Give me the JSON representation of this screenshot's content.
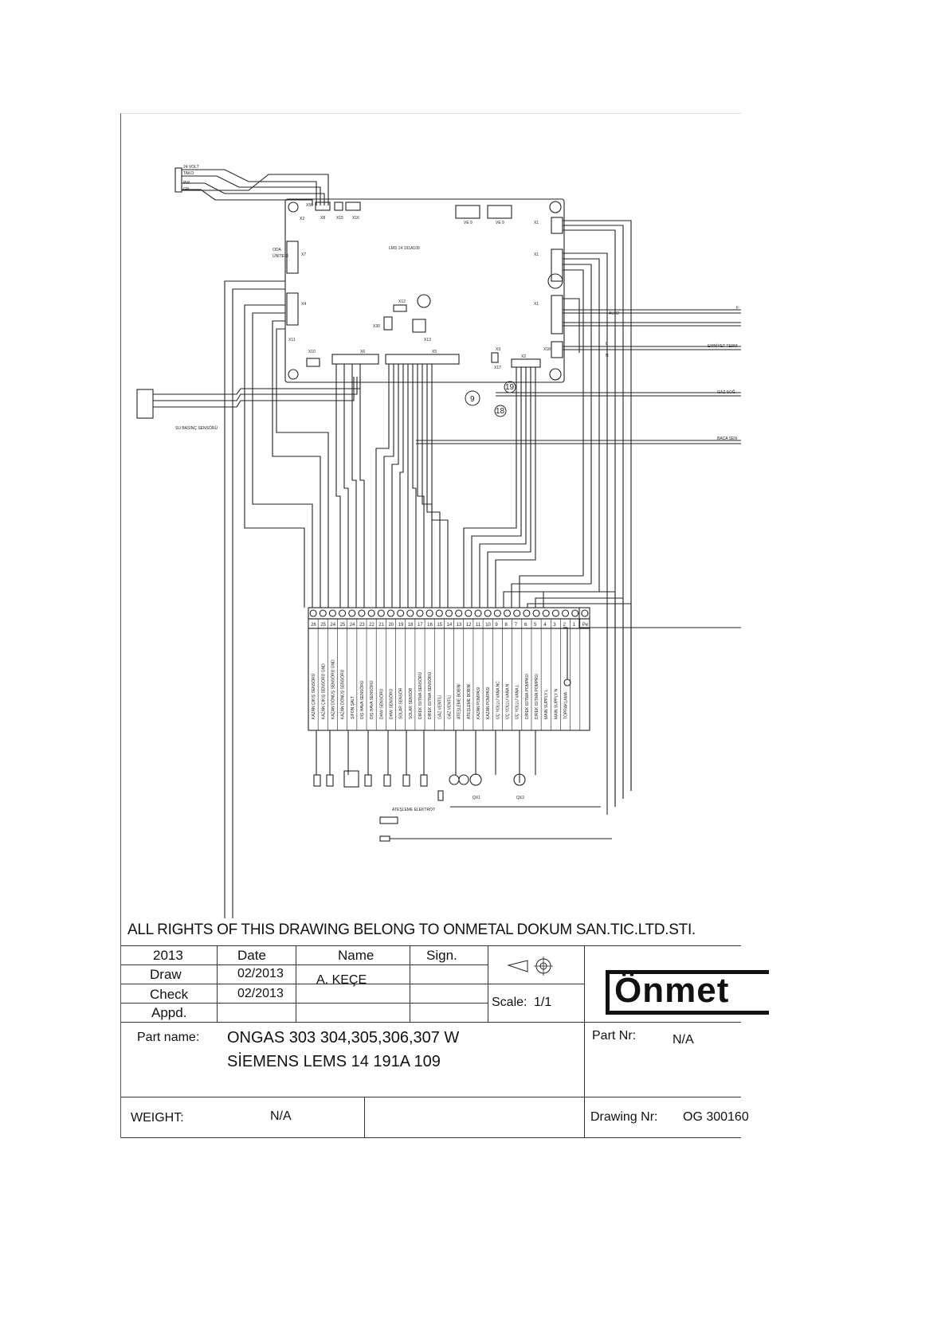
{
  "diagram": {
    "top_wires": [
      "24 VOLT",
      "TAKO",
      "PW",
      "GN"
    ],
    "board_name": "LMS 14 191A109",
    "connectors": {
      "x50": "X50",
      "x8": "X8",
      "x15": "X15",
      "x16": "X16",
      "x2": "X2",
      "x7": "X7",
      "x4": "X4",
      "x11": "X11",
      "x10": "X10",
      "x6": "X6",
      "x5": "X5",
      "x3": "X3",
      "x17": "X17",
      "x12": "X12",
      "x30": "X30",
      "x13": "X13",
      "x1a": "X1",
      "x1b": "X1",
      "x1c": "X1",
      "x18": "X18",
      "x2b": "X2",
      "v1": "VE 9",
      "v2": "VE 9"
    },
    "room_unit": "ODA",
    "room_unit2": "ÜNİTESİ",
    "aux": "AUX2",
    "pressure_sensor": "SU BASINÇ SENSÖRÜ",
    "callouts": [
      "9",
      "19",
      "18"
    ],
    "right_labels": [
      "F",
      "EMNİYET TERM",
      "GAZ SOĞ",
      "BACA SEN"
    ],
    "terminal_numbers": [
      "26",
      "25",
      "24",
      "25",
      "24",
      "23",
      "22",
      "21",
      "20",
      "19",
      "18",
      "17",
      "16",
      "15",
      "14",
      "13",
      "12",
      "11",
      "10",
      "9",
      "8",
      "7",
      "6",
      "5",
      "4",
      "3",
      "2",
      "1",
      "Pe"
    ],
    "terminal_labels": [
      "KAZAN ÇIKIŞ SENSÖRÜ",
      "KAZAN ÇIKIŞ SENSÖRÜ GND",
      "KAZAN DÖNÜŞ SENSÖRÜ GND",
      "KAZAN DÖNÜŞ SENSÖRÜ",
      "ŞİFON ŞALT",
      "DIŞ HAVA SENSÖRÜ",
      "DIŞ HAVA SENSÖRÜ",
      "DHW SENSÖRÜ",
      "DHW SENSÖRÜ",
      "SOLAR SENSÖR",
      "SOLAR SENSÖR",
      "DIREK ISITMA SENSÖRÜ",
      "DIREK ISITMA SENSÖRÜ",
      "GAZ VENTİLİ",
      "GAZ VENTİLİ",
      "ATEŞLEME BOBİNİ",
      "ATEŞLEME BOBİNİ",
      "KAZAN POMPASI",
      "KAZAN POMPASI",
      "ÜÇ YOLLU VANA NC",
      "ÜÇ YOLLU VANA N",
      "ÜÇ YOLLU VANA L",
      "DİREK ISITMA POMPASI",
      "DİREK ISITMA POMPASI",
      "MAIN SUPPLY L",
      "MAIN SUPPLY N",
      "TOPRAKLAMA"
    ],
    "ignition": "ATEŞLEME ELEKTROT",
    "pumps": [
      "QX1",
      "QX2"
    ],
    "line_labels": [
      "L",
      "N",
      "Pe"
    ]
  },
  "copyright": "ALL RIGHTS OF THIS DRAWING BELONG TO ONMETAL DOKUM SAN.TIC.LTD.STI.",
  "title_block": {
    "year": "2013",
    "date_header": "Date",
    "name_header": "Name",
    "sign_header": "Sign.",
    "draw_label": "Draw",
    "draw_date": "02/2013",
    "draw_name": "A. KEÇE",
    "check_label": "Check",
    "check_date": "02/2013",
    "appd_label": "Appd.",
    "scale_label": "Scale:",
    "scale_value": "1/1",
    "logo_text": "Önmet",
    "part_name_label": "Part name:",
    "part_name_line1": "ONGAS 303 304,305,306,307 W",
    "part_name_line2": "SİEMENS LEMS 14  191A 109",
    "part_nr_label": "Part Nr:",
    "part_nr_value": "N/A",
    "weight_label": "WEIGHT:",
    "weight_value": "N/A",
    "drawing_nr_label": "Drawing Nr:",
    "drawing_nr_value": "OG 300160"
  }
}
